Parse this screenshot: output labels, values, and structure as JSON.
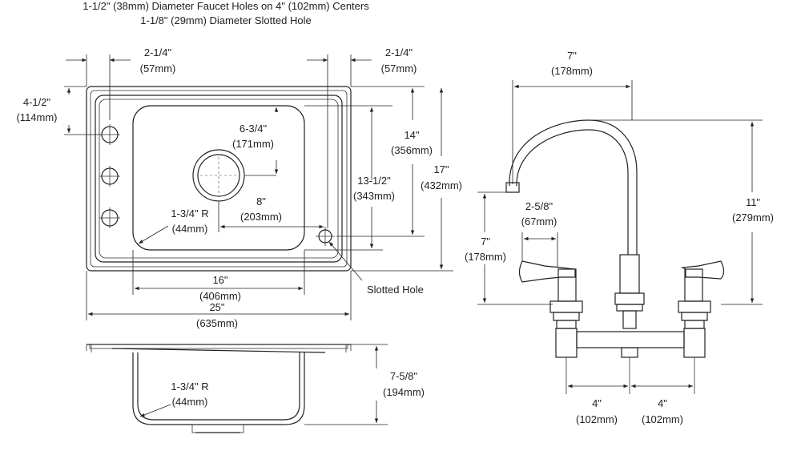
{
  "header": {
    "line1": "1-1/2\" (38mm) Diameter Faucet Holes on 4\" (102mm) Centers",
    "line2": "1-1/8\" (29mm) Diameter Slotted Hole"
  },
  "sink_top": {
    "left_margin": {
      "in": "2-1/4\"",
      "mm": "(57mm)"
    },
    "right_margin": {
      "in": "2-1/4\"",
      "mm": "(57mm)"
    },
    "top_to_hole": {
      "in": "4-1/2\"",
      "mm": "(114mm)"
    },
    "drain_from_back": {
      "in": "6-3/4\"",
      "mm": "(171mm)"
    },
    "bowl_length": {
      "in": "14\"",
      "mm": "(356mm)"
    },
    "overall_length": {
      "in": "17\"",
      "mm": "(432mm)"
    },
    "bowl_length_inner": {
      "in": "13-1/2\"",
      "mm": "(343mm)"
    },
    "drain_from_side": {
      "in": "8\"",
      "mm": "(203mm)"
    },
    "corner_radius": {
      "in": "1-3/4\" R",
      "mm": "(44mm)"
    },
    "bowl_width": {
      "in": "16\"",
      "mm": "(406mm)"
    },
    "overall_width": {
      "in": "25\"",
      "mm": "(635mm)"
    },
    "slotted_hole_label": "Slotted Hole"
  },
  "sink_side": {
    "corner_radius": {
      "in": "1-3/4\" R",
      "mm": "(44mm)"
    },
    "depth": {
      "in": "7-5/8\"",
      "mm": "(194mm)"
    }
  },
  "faucet": {
    "spout_reach": {
      "in": "7\"",
      "mm": "(178mm)"
    },
    "overall_height": {
      "in": "11\"",
      "mm": "(279mm)"
    },
    "spout_height": {
      "in": "7\"",
      "mm": "(178mm)"
    },
    "handle_length": {
      "in": "2-5/8\"",
      "mm": "(67mm)"
    },
    "left_center": {
      "in": "4\"",
      "mm": "(102mm)"
    },
    "right_center": {
      "in": "4\"",
      "mm": "(102mm)"
    }
  }
}
